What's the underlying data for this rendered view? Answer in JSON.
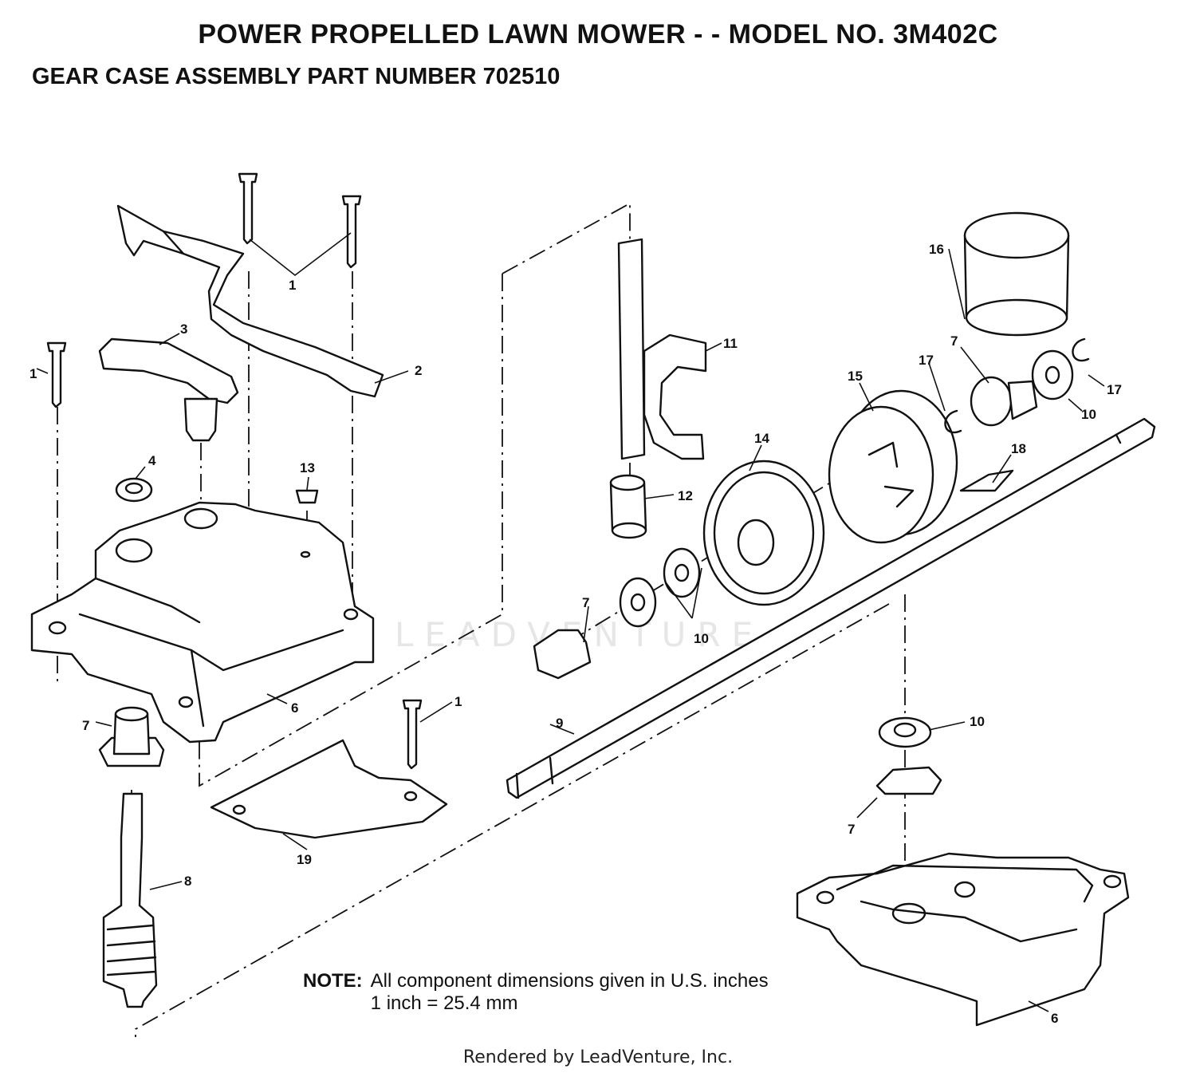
{
  "header": {
    "title": "POWER PROPELLED LAWN MOWER - - MODEL NO. 3M402C",
    "subtitle": "GEAR CASE ASSEMBLY PART NUMBER 702510"
  },
  "callouts": {
    "c1a": "1",
    "c1b": "1",
    "c1c": "1",
    "c2": "2",
    "c3": "3",
    "c4": "4",
    "c6a": "6",
    "c6b": "6",
    "c7a": "7",
    "c7b": "7",
    "c7c": "7",
    "c7d": "7",
    "c8": "8",
    "c9": "9",
    "c10a": "10",
    "c10b": "10",
    "c10c": "10",
    "c11": "11",
    "c12": "12",
    "c13": "13",
    "c14": "14",
    "c15": "15",
    "c16": "16",
    "c17a": "17",
    "c17b": "17",
    "c18": "18",
    "c19": "19"
  },
  "watermark": "LEADVENTURE",
  "note": {
    "label": "NOTE:",
    "line1": "All component dimensions given in U.S. inches",
    "line2": "1 inch = 25.4 mm"
  },
  "footer": "Rendered by LeadVenture, Inc."
}
